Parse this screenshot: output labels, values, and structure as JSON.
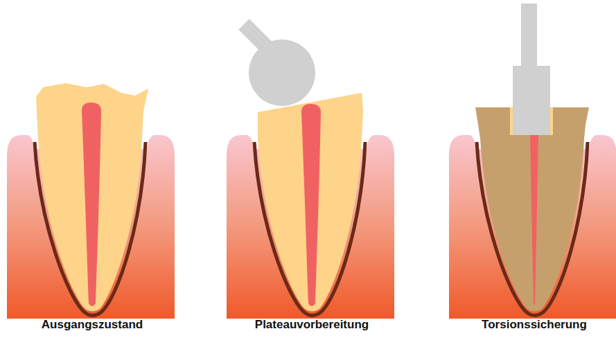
{
  "diagram": {
    "labels": [
      "Ausgangszustand",
      "Plateauvorbereitung",
      "Torsionssicherung"
    ]
  }
}
